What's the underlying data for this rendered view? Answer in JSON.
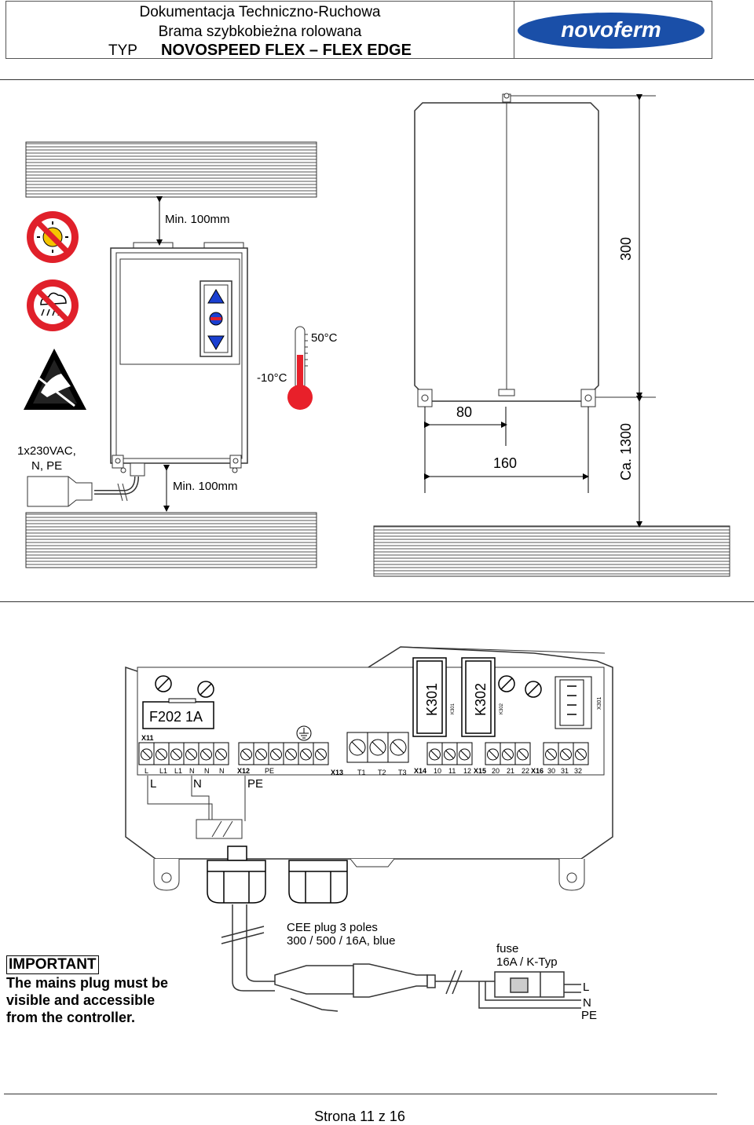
{
  "header": {
    "line1": "Dokumentacja Techniczno-Ruchowa",
    "line2": "Brama szybkobieżna rolowana",
    "typ_label": "TYP",
    "model": "NOVOSPEED FLEX – FLEX EDGE",
    "logo_text": "novoferm"
  },
  "diagram_top": {
    "clearance_top": "Min. 100mm",
    "clearance_bottom": "Min. 100mm",
    "temp_max": "50°C",
    "temp_min": "-10°C",
    "supply_line1": "1x230VAC,",
    "supply_line2": "N, PE",
    "dim_height": "300",
    "dim_half_width": "80",
    "dim_width": "160",
    "dim_mount_height": "Ca. 1300"
  },
  "diagram_bottom": {
    "fuse_label": "F202 1A",
    "relay1": "K301",
    "relay2": "K302",
    "relay1_small": "K301",
    "relay2_small": "K302",
    "conn_small": "X301",
    "term_x11": "X11",
    "term_x12": "X12",
    "term_x13": "X13",
    "term_x14": "X14",
    "term_x15": "X15",
    "term_x16": "X16",
    "pins_x11": [
      "L",
      "L1",
      "L1",
      "N",
      "N",
      "N"
    ],
    "pin_pe": "PE",
    "pins_x13": [
      "T1",
      "T2",
      "T3"
    ],
    "pins_x14": [
      "10",
      "11",
      "12"
    ],
    "pins_x15": [
      "20",
      "21",
      "22"
    ],
    "pins_x16": [
      "30",
      "31",
      "32"
    ],
    "wire_l": "L",
    "wire_n": "N",
    "wire_pe": "PE",
    "plug_line1": "CEE plug 3 poles",
    "plug_line2": "300 / 500 / 16A, blue",
    "fuse_line1": "fuse",
    "fuse_line2": "16A / K-Typ",
    "out_l": "L",
    "out_n": "N",
    "out_pe": "PE"
  },
  "important": {
    "title": "IMPORTANT",
    "text": "The mains plug must be\nvisible and accessible\nfrom the controller."
  },
  "footer": {
    "page": "Strona 11 z 16"
  },
  "colors": {
    "logo_blue": "#1a4fa8",
    "warning_red": "#e0202a",
    "thermo_red": "#e8202a"
  }
}
